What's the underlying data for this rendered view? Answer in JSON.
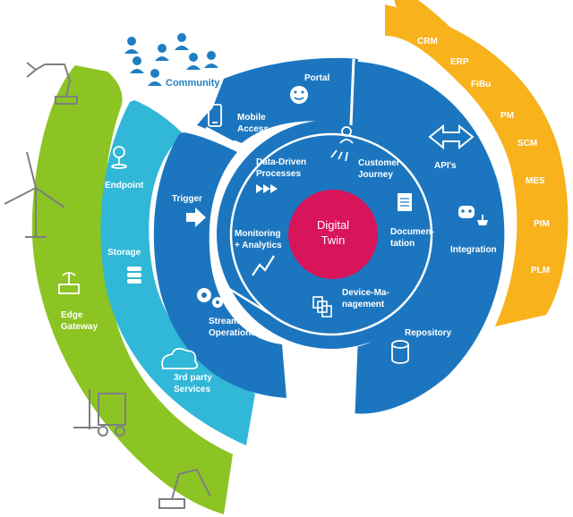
{
  "colors": {
    "green": "#8cc423",
    "cyan": "#31b7d7",
    "blue": "#1c76bf",
    "blue_dark": "#1465ab",
    "orange": "#f8b21c",
    "magenta": "#d8145a",
    "gray": "#7c7f84"
  },
  "community": "Community",
  "center": {
    "line1": "Digital",
    "line2": "Twin"
  },
  "outer_blue": {
    "portal": "Portal",
    "mobile": [
      "Mobile",
      "Access"
    ],
    "apis": "API's",
    "integration": "Integration",
    "repository": "Repository"
  },
  "inner_ring": {
    "ddp": [
      "Data-Driven",
      "Processes"
    ],
    "journey": [
      "Customer",
      "Journey"
    ],
    "docu": [
      "Documen-",
      "tation"
    ],
    "device": [
      "Device-Ma-",
      "nagement"
    ],
    "monitor": [
      "Monitoring",
      "+ Analytics"
    ]
  },
  "blue_band": {
    "trigger": "Trigger",
    "stream": [
      "Stream",
      "Operations"
    ],
    "third": [
      "3rd party",
      "Services"
    ]
  },
  "cyan_band": {
    "endpoint": "Endpoint",
    "storage": "Storage"
  },
  "green_band": {
    "edge": [
      "Edge",
      "Gateway"
    ]
  },
  "orange_band": [
    "CRM",
    "ERP",
    "FiBu",
    "PM",
    "SCM",
    "MES",
    "PIM",
    "PLM"
  ],
  "icons": [
    "robot-arm-icon",
    "wind-turbine-icon",
    "forklift-icon",
    "community-people-icon",
    "smiley-icon",
    "phone-icon",
    "arrows-icon",
    "bot-icon",
    "database-icon",
    "document-icon",
    "touch-icon",
    "play-arrows-icon",
    "chart-icon",
    "pages-icon",
    "arrow-icon",
    "gears-icon",
    "cloud-icon",
    "storage-stack-icon",
    "endpoint-icon",
    "router-icon"
  ]
}
